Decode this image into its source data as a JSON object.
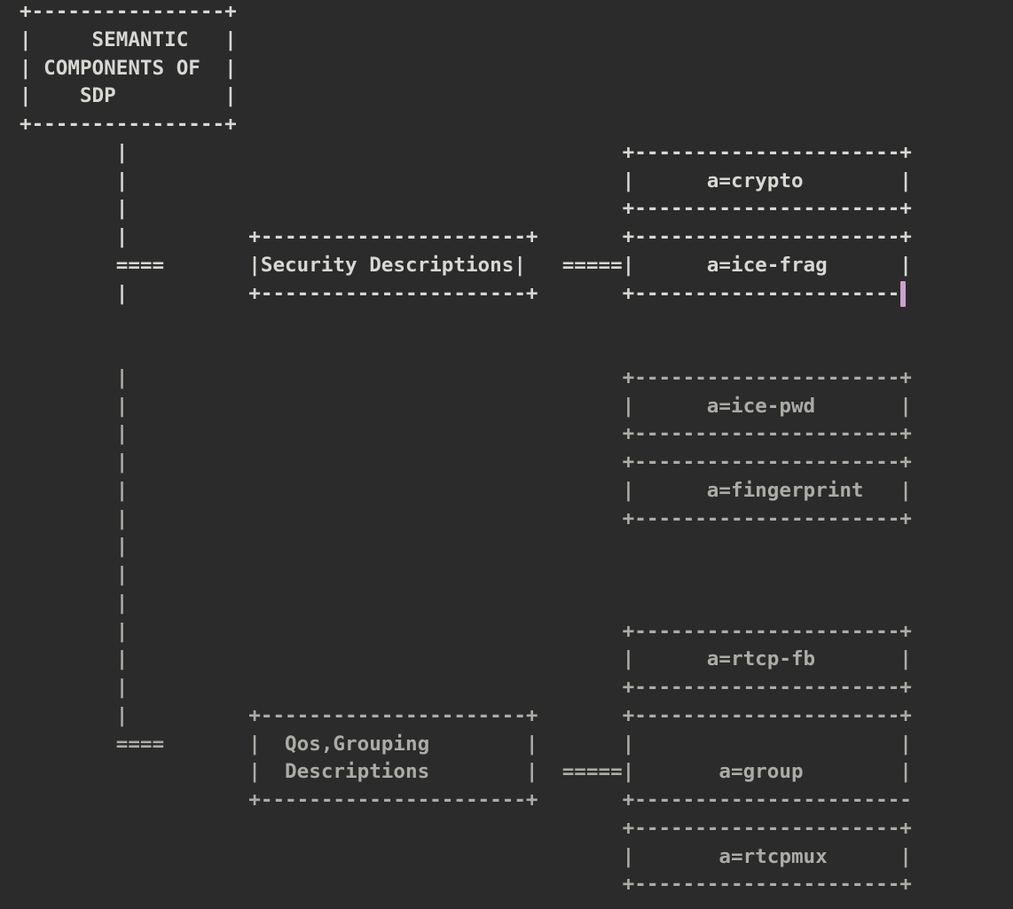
{
  "terminal": {
    "background_color": "#2c2b2b",
    "bright_text_color": "#d7d8d3",
    "dim_text_color": "#abaca6",
    "cursor": {
      "color": "#cda0cd",
      "row": 10,
      "col": 73
    }
  },
  "diagram": {
    "title": "SEMANTIC COMPONENTS OF SDP",
    "categories": [
      {
        "name": "Security Descriptions",
        "attributes": [
          "a=crypto",
          "a=ice-frag",
          "a=ice-pwd",
          "a=fingerprint"
        ]
      },
      {
        "name": "Qos,Grouping Descriptions",
        "attributes": [
          "a=rtcp-fb",
          "a=group",
          "a=rtcpmux"
        ]
      }
    ],
    "bright_rows_end": 10,
    "lines": [
      [
        {
          "c": 0,
          "t": "+----------------+"
        }
      ],
      [
        {
          "c": 0,
          "t": "|     SEMANTIC   |"
        }
      ],
      [
        {
          "c": 0,
          "t": "| COMPONENTS OF  |"
        }
      ],
      [
        {
          "c": 0,
          "t": "|    SDP         |"
        }
      ],
      [
        {
          "c": 0,
          "t": "+----------------+"
        }
      ],
      [
        {
          "c": 8,
          "t": "|"
        },
        {
          "c": 50,
          "t": "+----------------------+"
        }
      ],
      [
        {
          "c": 8,
          "t": "|"
        },
        {
          "c": 50,
          "t": "|      a=crypto        |"
        }
      ],
      [
        {
          "c": 8,
          "t": "|"
        },
        {
          "c": 50,
          "t": "+----------------------+"
        }
      ],
      [
        {
          "c": 8,
          "t": "|"
        },
        {
          "c": 19,
          "t": "+----------------------+"
        },
        {
          "c": 50,
          "t": "+----------------------+"
        }
      ],
      [
        {
          "c": 8,
          "t": "===="
        },
        {
          "c": 19,
          "t": "|Security Descriptions|"
        },
        {
          "c": 45,
          "t": "====="
        },
        {
          "c": 50,
          "t": "|      a=ice-frag      |"
        }
      ],
      [
        {
          "c": 8,
          "t": "|"
        },
        {
          "c": 19,
          "t": "+----------------------+"
        },
        {
          "c": 50,
          "t": "+----------------------"
        }
      ],
      [],
      [],
      [
        {
          "c": 8,
          "t": "|"
        },
        {
          "c": 50,
          "t": "+----------------------+"
        }
      ],
      [
        {
          "c": 8,
          "t": "|"
        },
        {
          "c": 50,
          "t": "|      a=ice-pwd       |"
        }
      ],
      [
        {
          "c": 8,
          "t": "|"
        },
        {
          "c": 50,
          "t": "+----------------------+"
        }
      ],
      [
        {
          "c": 8,
          "t": "|"
        },
        {
          "c": 50,
          "t": "+----------------------+"
        }
      ],
      [
        {
          "c": 8,
          "t": "|"
        },
        {
          "c": 50,
          "t": "|      a=fingerprint   |"
        }
      ],
      [
        {
          "c": 8,
          "t": "|"
        },
        {
          "c": 50,
          "t": "+----------------------+"
        }
      ],
      [
        {
          "c": 8,
          "t": "|"
        }
      ],
      [
        {
          "c": 8,
          "t": "|"
        }
      ],
      [
        {
          "c": 8,
          "t": "|"
        }
      ],
      [
        {
          "c": 8,
          "t": "|"
        },
        {
          "c": 50,
          "t": "+----------------------+"
        }
      ],
      [
        {
          "c": 8,
          "t": "|"
        },
        {
          "c": 50,
          "t": "|      a=rtcp-fb       |"
        }
      ],
      [
        {
          "c": 8,
          "t": "|"
        },
        {
          "c": 50,
          "t": "+----------------------+"
        }
      ],
      [
        {
          "c": 8,
          "t": "|"
        },
        {
          "c": 19,
          "t": "+----------------------+"
        },
        {
          "c": 50,
          "t": "+----------------------+"
        }
      ],
      [
        {
          "c": 8,
          "t": "===="
        },
        {
          "c": 19,
          "t": "|  Qos,Grouping        |"
        },
        {
          "c": 50,
          "t": "|                      |"
        }
      ],
      [
        {
          "c": 19,
          "t": "|  Descriptions        |"
        },
        {
          "c": 45,
          "t": "====="
        },
        {
          "c": 50,
          "t": "|       a=group        |"
        }
      ],
      [
        {
          "c": 19,
          "t": "+----------------------+"
        },
        {
          "c": 50,
          "t": "+-----------------------"
        }
      ],
      [
        {
          "c": 50,
          "t": "+----------------------+"
        }
      ],
      [
        {
          "c": 50,
          "t": "|       a=rtcpmux      |"
        }
      ],
      [
        {
          "c": 50,
          "t": "+----------------------+"
        }
      ]
    ],
    "regions": [
      {
        "name": "semantic-components-box",
        "label": "SEMANTIC COMPONENTS OF SDP",
        "row": 0,
        "col": 0,
        "rows": 5,
        "cols": 18
      },
      {
        "name": "security-descriptions-box",
        "label": "Security Descriptions",
        "row": 8,
        "col": 19,
        "rows": 3,
        "cols": 24
      },
      {
        "name": "qos-grouping-box",
        "label": "Qos,Grouping Descriptions",
        "row": 25,
        "col": 19,
        "rows": 4,
        "cols": 24
      },
      {
        "name": "crypto-box",
        "label": "a=crypto",
        "row": 5,
        "col": 50,
        "rows": 3,
        "cols": 24
      },
      {
        "name": "ice-frag-box",
        "label": "a=ice-frag",
        "row": 8,
        "col": 50,
        "rows": 3,
        "cols": 24
      },
      {
        "name": "ice-pwd-box",
        "label": "a=ice-pwd",
        "row": 13,
        "col": 50,
        "rows": 3,
        "cols": 24
      },
      {
        "name": "fingerprint-box",
        "label": "a=fingerprint",
        "row": 16,
        "col": 50,
        "rows": 3,
        "cols": 24
      },
      {
        "name": "rtcp-fb-box",
        "label": "a=rtcp-fb",
        "row": 22,
        "col": 50,
        "rows": 3,
        "cols": 24
      },
      {
        "name": "group-box",
        "label": "a=group",
        "row": 25,
        "col": 50,
        "rows": 4,
        "cols": 24
      },
      {
        "name": "rtcpmux-box",
        "label": "a=rtcpmux",
        "row": 29,
        "col": 50,
        "rows": 3,
        "cols": 24
      },
      {
        "name": "connector-root-to-security",
        "label": "====",
        "row": 9,
        "col": 8,
        "rows": 1,
        "cols": 4
      },
      {
        "name": "connector-security-to-attrs",
        "label": "=====",
        "row": 9,
        "col": 45,
        "rows": 1,
        "cols": 5
      },
      {
        "name": "connector-root-to-qos",
        "label": "====",
        "row": 26,
        "col": 8,
        "rows": 1,
        "cols": 4
      },
      {
        "name": "connector-qos-to-attrs",
        "label": "=====",
        "row": 27,
        "col": 45,
        "rows": 1,
        "cols": 5
      }
    ]
  }
}
